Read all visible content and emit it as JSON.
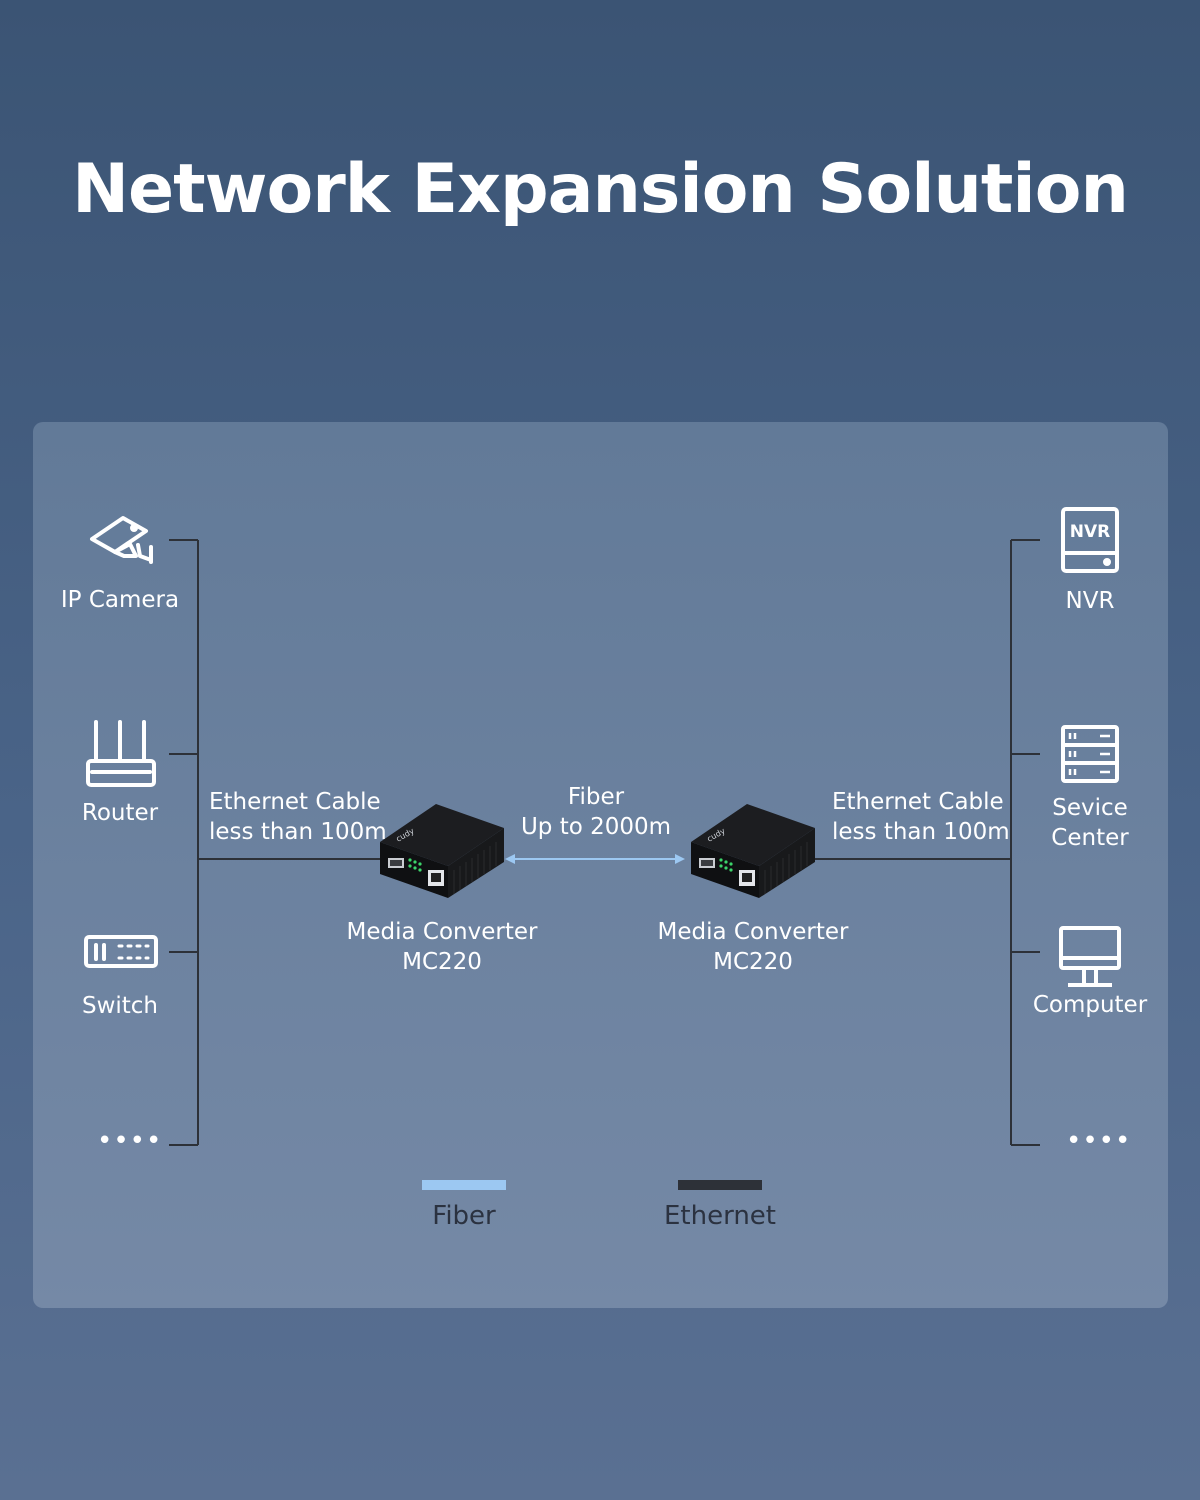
{
  "title": "Network Expansion Solution",
  "colors": {
    "fiber": "#9cc8f2",
    "ethernet": "#2d3138",
    "icon": "#ffffff"
  },
  "left_devices": [
    {
      "label": "IP Camera",
      "icon": "ip-camera-icon"
    },
    {
      "label": "Router",
      "icon": "router-icon"
    },
    {
      "label": "Switch",
      "icon": "switch-icon"
    },
    {
      "label": "••••",
      "icon": "more-dots"
    }
  ],
  "right_devices": [
    {
      "label": "NVR",
      "icon": "nvr-icon",
      "icon_text": "NVR"
    },
    {
      "label_line1": "Sevice",
      "label_line2": "Center",
      "icon": "server-icon"
    },
    {
      "label": "Computer",
      "icon": "monitor-icon"
    },
    {
      "label": "••••",
      "icon": "more-dots"
    }
  ],
  "links": {
    "left_ethernet": {
      "line1": "Ethernet Cable",
      "line2": "less than 100m"
    },
    "fiber": {
      "line1": "Fiber",
      "line2": "Up to 2000m"
    },
    "right_ethernet": {
      "line1": "Ethernet Cable",
      "line2": "less than 100m"
    }
  },
  "converters": [
    {
      "line1": "Media Converter",
      "line2": "MC220",
      "brand": "cudy"
    },
    {
      "line1": "Media Converter",
      "line2": "MC220",
      "brand": "cudy"
    }
  ],
  "legend": [
    {
      "label": "Fiber",
      "color": "#9cc8f2"
    },
    {
      "label": "Ethernet",
      "color": "#2d3138"
    }
  ]
}
